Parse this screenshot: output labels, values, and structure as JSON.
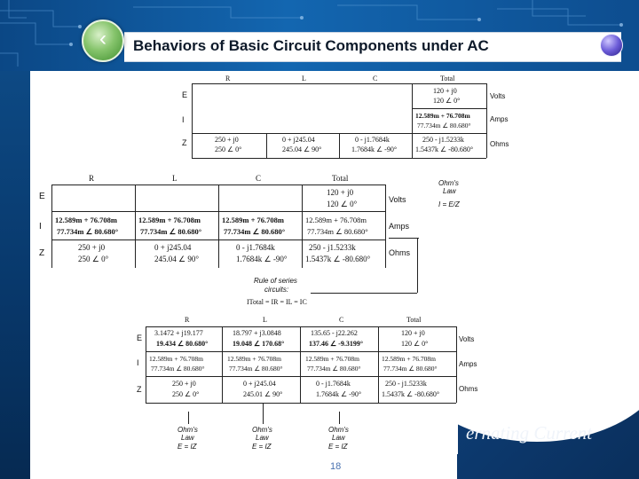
{
  "slide": {
    "title": "Behaviors of Basic Circuit Components under AC",
    "subtitle_fragment": "ernating Current",
    "page_number": "18",
    "back_icon_glyph": "‹",
    "colors": {
      "header_blue": "#1366b0",
      "dark_blue": "#0a2f5c",
      "title_text": "#0e1a2a"
    }
  },
  "table1": {
    "cols": [
      "R",
      "L",
      "C",
      "Total"
    ],
    "rows": [
      "E",
      "I",
      "Z"
    ],
    "units": [
      "Volts",
      "Amps",
      "Ohms"
    ],
    "E_total": [
      "120 + j0",
      "120 ∠ 0°"
    ],
    "I_total": [
      "12.589m + 76.708m",
      "77.734m ∠ 80.680°"
    ],
    "Z": [
      [
        "250 + j0",
        "250 ∠ 0°"
      ],
      [
        "0 + j245.04",
        "245.04 ∠ 90°"
      ],
      [
        "0 - j1.7684k",
        "1.7684k ∠ -90°"
      ],
      [
        "250 - j1.5233k",
        "1.5437k ∠ -80.680°"
      ]
    ]
  },
  "table2": {
    "cols": [
      "R",
      "L",
      "C",
      "Total"
    ],
    "rows": [
      "E",
      "I",
      "Z"
    ],
    "units": [
      "Volts",
      "Amps",
      "Ohms"
    ],
    "E_total": [
      "120 + j0",
      "120 ∠ 0°"
    ],
    "I": [
      [
        "12.589m + 76.708m",
        "77.734m ∠ 80.680°"
      ],
      [
        "12.589m + 76.708m",
        "77.734m ∠ 80.680°"
      ],
      [
        "12.589m + 76.708m",
        "77.734m ∠ 80.680°"
      ],
      [
        "12.589m + 76.708m",
        "77.734m ∠ 80.680°"
      ]
    ],
    "Z": [
      [
        "250 + j0",
        "250 ∠ 0°"
      ],
      [
        "0 + j245.04",
        "245.04 ∠ 90°"
      ],
      [
        "0 - j1.7684k",
        "1.7684k ∠ -90°"
      ],
      [
        "250 - j1.5233k",
        "1.5437k ∠ -80.680°"
      ]
    ],
    "ohms_law_note": [
      "Ohm's",
      "Law"
    ],
    "ohms_law_formula": "I = E/Z",
    "series_rule": [
      "Rule of series",
      "circuits:"
    ],
    "series_formula": "ITotal = IR = IL = IC"
  },
  "table3": {
    "cols": [
      "R",
      "L",
      "C",
      "Total"
    ],
    "rows": [
      "E",
      "I",
      "Z"
    ],
    "units": [
      "Volts",
      "Amps",
      "Ohms"
    ],
    "E": [
      [
        "3.1472 + j19.177",
        "19.434 ∠ 80.680°"
      ],
      [
        "18.797 + j3.0848",
        "19.048 ∠ 170.68°"
      ],
      [
        "135.65 - j22.262",
        "137.46 ∠ -9.3199°"
      ],
      [
        "120 + j0",
        "120 ∠ 0°"
      ]
    ],
    "I": [
      [
        "12.589m + 76.708m",
        "77.734m ∠ 80.680°"
      ],
      [
        "12.589m + 76.708m",
        "77.734m ∠ 80.680°"
      ],
      [
        "12.589m + 76.708m",
        "77.734m ∠ 80.680°"
      ],
      [
        "12.589m + 76.708m",
        "77.734m ∠ 80.680°"
      ]
    ],
    "Z": [
      [
        "250 + j0",
        "250 ∠ 0°"
      ],
      [
        "0 + j245.04",
        "245.01 ∠ 90°"
      ],
      [
        "0 - j1.7684k",
        "1.7684k ∠ -90°"
      ],
      [
        "250 - j1.5233k",
        "1.5437k ∠ -80.680°"
      ]
    ],
    "ohms_law_notes": [
      [
        "Ohm's",
        "Law",
        "E = IZ"
      ],
      [
        "Ohm's",
        "Law",
        "E = IZ"
      ],
      [
        "Ohm's",
        "Law",
        "E = IZ"
      ]
    ]
  }
}
